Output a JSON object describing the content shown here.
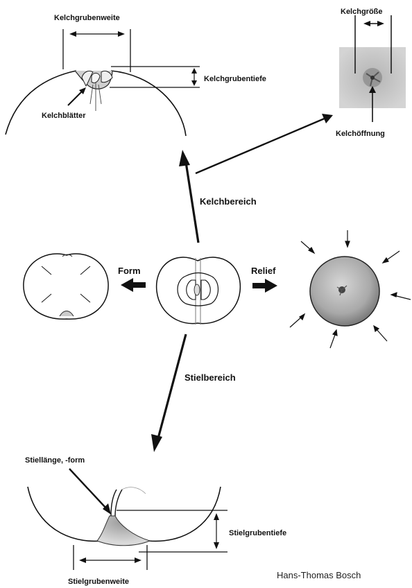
{
  "labels": {
    "kelchgrubenweite": "Kelchgrubenweite",
    "kelchgrubentiefe": "Kelchgrubentiefe",
    "kelchblaetter": "Kelchblätter",
    "kelchgroesse": "Kelchgröße",
    "kelchoeffnung": "Kelchöffnung",
    "kelchbereich": "Kelchbereich",
    "form": "Form",
    "relief": "Relief",
    "stielbereich": "Stielbereich",
    "stiellaenge": "Stiellänge, -form",
    "stielgrubentiefe": "Stielgrubentiefe",
    "stielgrubenweite": "Stielgrubenweite"
  },
  "credit": "Hans-Thomas Bosch"
}
